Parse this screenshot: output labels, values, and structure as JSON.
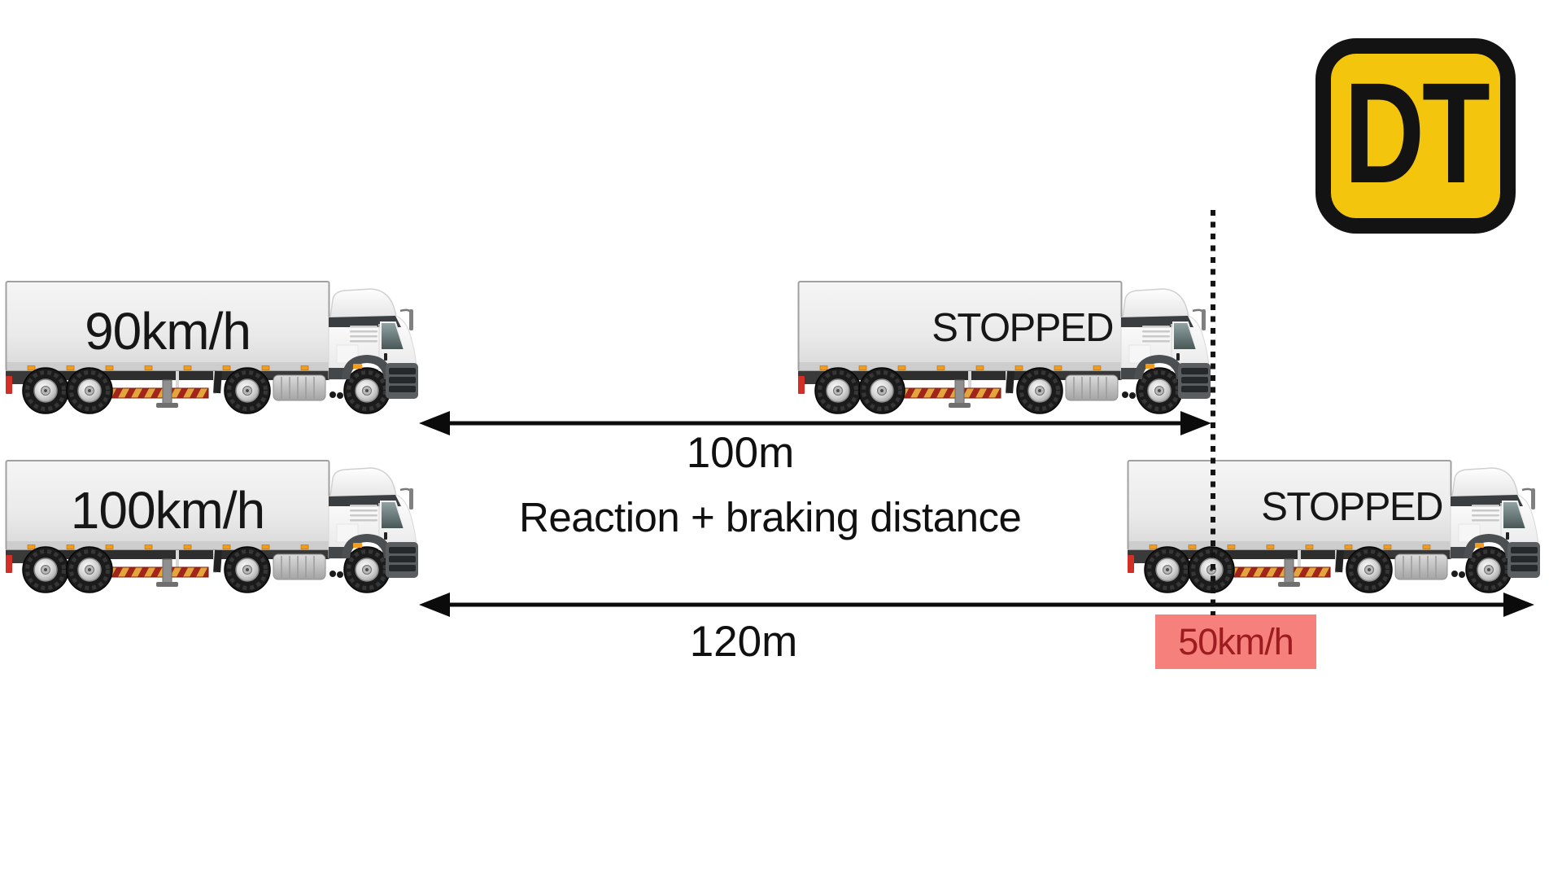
{
  "logo": {
    "text": "DT"
  },
  "colors": {
    "logo_yellow": "#F4C50D",
    "logo_black": "#131313",
    "arrow_black": "#0B0B0B",
    "impact_bg": "#F5807C",
    "impact_text": "#9D1C20"
  },
  "caption": "Reaction + braking distance",
  "scenarios": [
    {
      "speed": "90km/h",
      "lead": "STOPPED",
      "distance": "100m"
    },
    {
      "speed": "100km/h",
      "lead": "STOPPED",
      "distance": "120m",
      "impact_speed": "50km/h"
    }
  ]
}
